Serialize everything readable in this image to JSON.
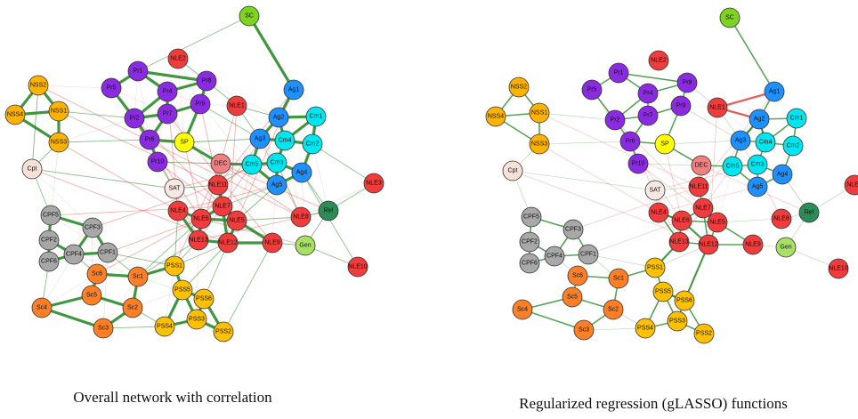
{
  "panels": [
    {
      "key": "left",
      "caption": "Overall network with correlation"
    },
    {
      "key": "right",
      "caption": "Regularized regression (gLASSO) functions"
    }
  ],
  "palette": {
    "SC": "#7ed321",
    "NLE": "#f03c3c",
    "Pr": "#8a2be2",
    "SP": "#ffff00",
    "NSS": "#ffb300",
    "Cpt": "#f5e1d6",
    "SAT": "#f8e8e2",
    "DEC": "#f08080",
    "Ag": "#1e90ff",
    "Cm": "#00e5ee",
    "Rel": "#2e8b57",
    "Gen": "#a8e063",
    "CPF": "#a8a8a8",
    "Sc": "#ff7f27",
    "PSS": "#ffc000",
    "edge_positive": "#2e8b2e",
    "edge_negative": "#d9534f"
  },
  "nodes": [
    {
      "id": "SC",
      "group": "SC"
    },
    {
      "id": "NLE2",
      "group": "NLE"
    },
    {
      "id": "Pr1",
      "group": "Pr"
    },
    {
      "id": "Pr5",
      "group": "Pr"
    },
    {
      "id": "Pr4",
      "group": "Pr"
    },
    {
      "id": "Pr8",
      "group": "Pr"
    },
    {
      "id": "Pr2",
      "group": "Pr"
    },
    {
      "id": "Pr7",
      "group": "Pr"
    },
    {
      "id": "Pr9",
      "group": "Pr"
    },
    {
      "id": "Pr6",
      "group": "Pr"
    },
    {
      "id": "Pr10",
      "group": "Pr"
    },
    {
      "id": "SP",
      "group": "SP"
    },
    {
      "id": "NLE1",
      "group": "NLE"
    },
    {
      "id": "NSS2",
      "group": "NSS"
    },
    {
      "id": "NSS4",
      "group": "NSS"
    },
    {
      "id": "NSS1",
      "group": "NSS"
    },
    {
      "id": "NSS3",
      "group": "NSS"
    },
    {
      "id": "Cpt",
      "group": "Cpt"
    },
    {
      "id": "Ag1",
      "group": "Ag"
    },
    {
      "id": "Ag2",
      "group": "Ag"
    },
    {
      "id": "Cm1",
      "group": "Cm"
    },
    {
      "id": "Ag3",
      "group": "Ag"
    },
    {
      "id": "Cm4",
      "group": "Cm"
    },
    {
      "id": "Cm2",
      "group": "Cm"
    },
    {
      "id": "DEC",
      "group": "DEC"
    },
    {
      "id": "Cm5",
      "group": "Cm"
    },
    {
      "id": "Cm3",
      "group": "Cm"
    },
    {
      "id": "Ag4",
      "group": "Ag"
    },
    {
      "id": "Ag5",
      "group": "Ag"
    },
    {
      "id": "NLE3",
      "group": "NLE"
    },
    {
      "id": "SAT",
      "group": "SAT"
    },
    {
      "id": "NLE11",
      "group": "NLE"
    },
    {
      "id": "NLE4",
      "group": "NLE"
    },
    {
      "id": "NLE7",
      "group": "NLE"
    },
    {
      "id": "NLE6",
      "group": "NLE"
    },
    {
      "id": "NLE5",
      "group": "NLE"
    },
    {
      "id": "NLE8",
      "group": "NLE"
    },
    {
      "id": "Rel",
      "group": "Rel"
    },
    {
      "id": "NLE13",
      "group": "NLE"
    },
    {
      "id": "NLE12",
      "group": "NLE"
    },
    {
      "id": "NLE9",
      "group": "NLE"
    },
    {
      "id": "Gen",
      "group": "Gen"
    },
    {
      "id": "NLE10",
      "group": "NLE"
    },
    {
      "id": "CPF5",
      "group": "CPF"
    },
    {
      "id": "CPF3",
      "group": "CPF"
    },
    {
      "id": "CPF2",
      "group": "CPF"
    },
    {
      "id": "CPF4",
      "group": "CPF"
    },
    {
      "id": "CPF1",
      "group": "CPF"
    },
    {
      "id": "CPF6",
      "group": "CPF"
    },
    {
      "id": "Sc6",
      "group": "Sc"
    },
    {
      "id": "Sc1",
      "group": "Sc"
    },
    {
      "id": "Sc5",
      "group": "Sc"
    },
    {
      "id": "Sc2",
      "group": "Sc"
    },
    {
      "id": "Sc4",
      "group": "Sc"
    },
    {
      "id": "Sc3",
      "group": "Sc"
    },
    {
      "id": "PSS1",
      "group": "PSS"
    },
    {
      "id": "PSS5",
      "group": "PSS"
    },
    {
      "id": "PSS6",
      "group": "PSS"
    },
    {
      "id": "PSS3",
      "group": "PSS"
    },
    {
      "id": "PSS4",
      "group": "PSS"
    },
    {
      "id": "PSS2",
      "group": "PSS"
    }
  ]
}
